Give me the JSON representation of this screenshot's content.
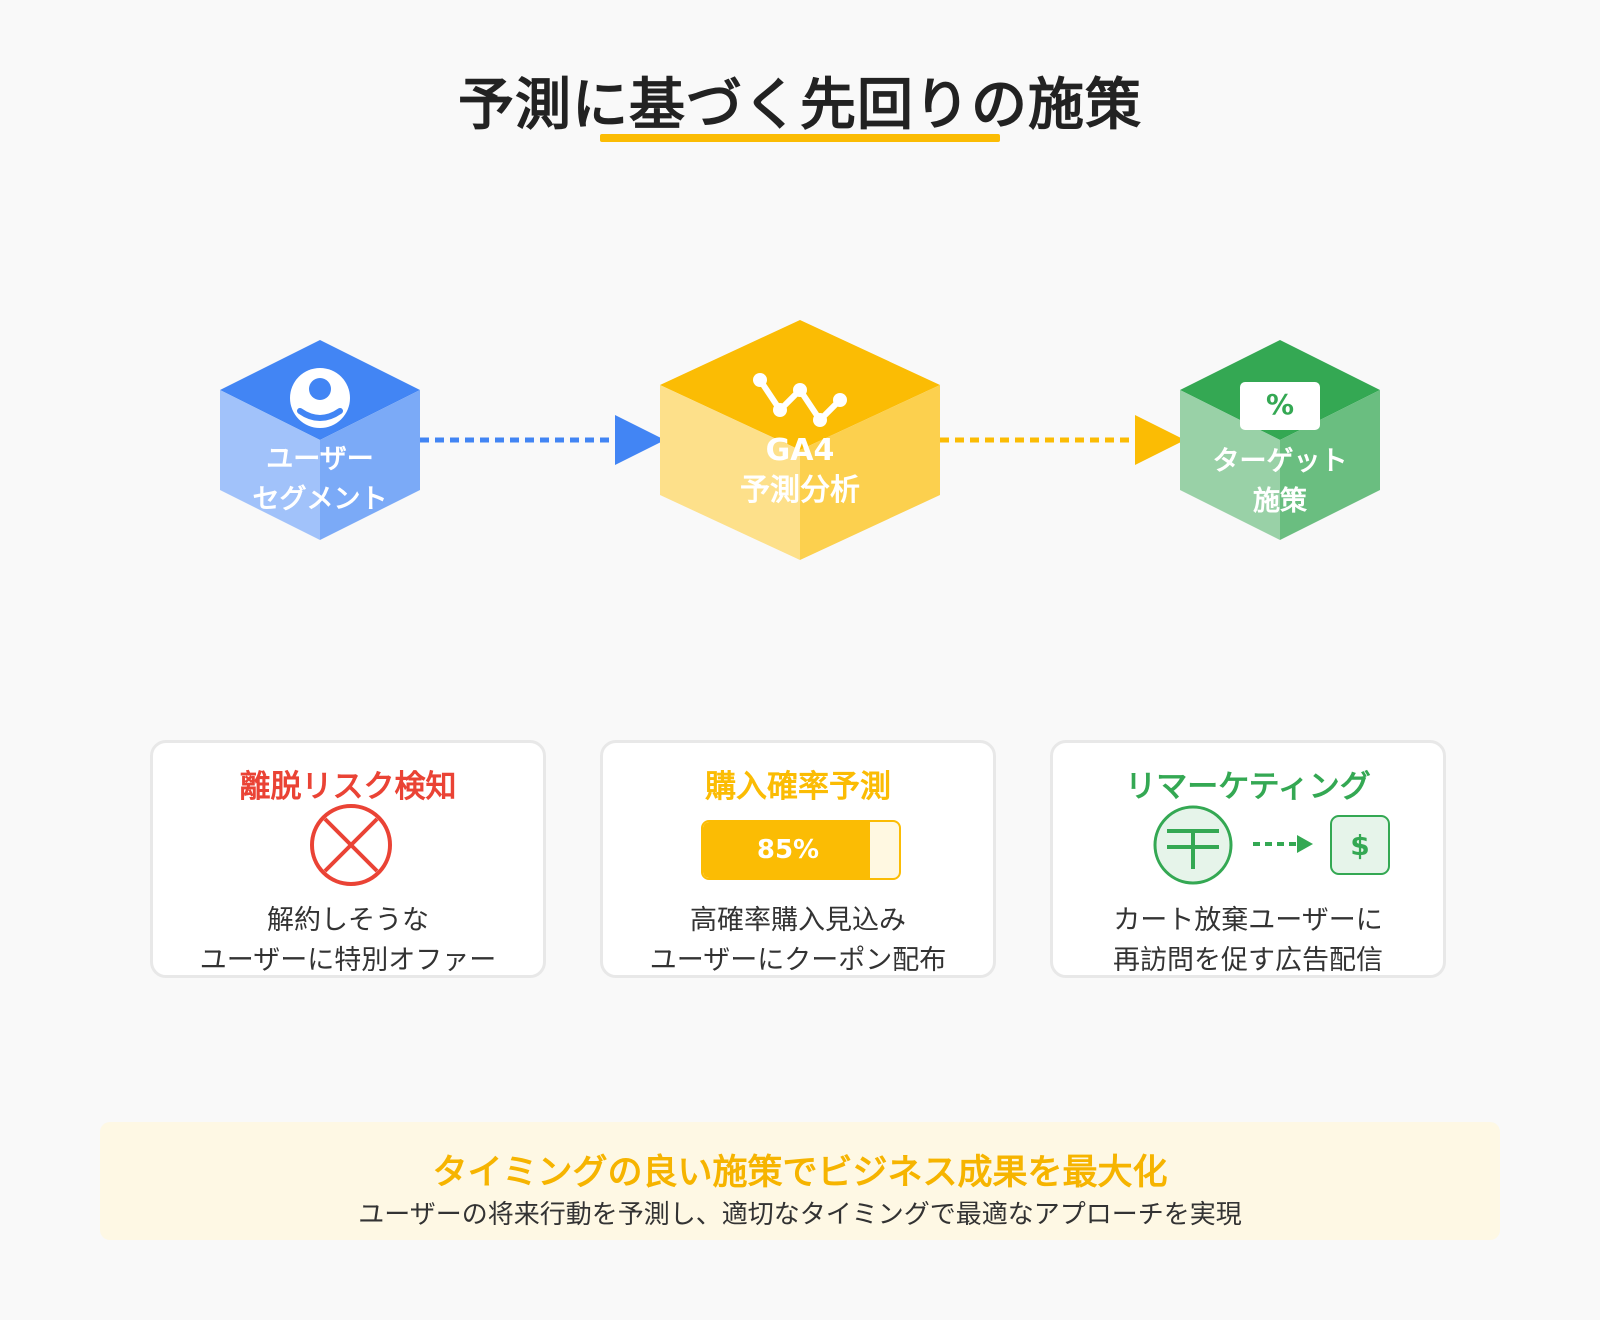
{
  "title": "予測に基づく先回りの施策",
  "flow": {
    "nodes": [
      {
        "line1": "ユーザー",
        "line2": "セグメント",
        "icon": "user-icon",
        "color": "#4285f4"
      },
      {
        "line1": "GA4",
        "line2": "予測分析",
        "icon": "trend-line-icon",
        "color": "#fbbc04"
      },
      {
        "line1": "ターゲット",
        "line2": "施策",
        "icon": "percent-tag-icon",
        "icon_text": "%",
        "color": "#34a853"
      }
    ]
  },
  "cards": [
    {
      "title": "離脱リスク検知",
      "desc1": "解約しそうな",
      "desc2": "ユーザーに特別オファー",
      "icon": "x-circle-icon",
      "color": "#ea4335"
    },
    {
      "title": "購入確率予測",
      "progress_label": "85%",
      "progress": 0.85,
      "desc1": "高確率購入見込み",
      "desc2": "ユーザーにクーポン配布",
      "icon": "progress-bar",
      "color": "#fbbc04"
    },
    {
      "title": "リマーケティング",
      "dollar_text": "$",
      "desc1": "カート放棄ユーザーに",
      "desc2": "再訪問を促す広告配信",
      "icon": "cart-to-dollar-icon",
      "color": "#34a853"
    }
  ],
  "footer": {
    "title": "タイミングの良い施策でビジネス成果を最大化",
    "subtitle": "ユーザーの将来行動を予測し、適切なタイミングで最適なアプローチを実現"
  }
}
